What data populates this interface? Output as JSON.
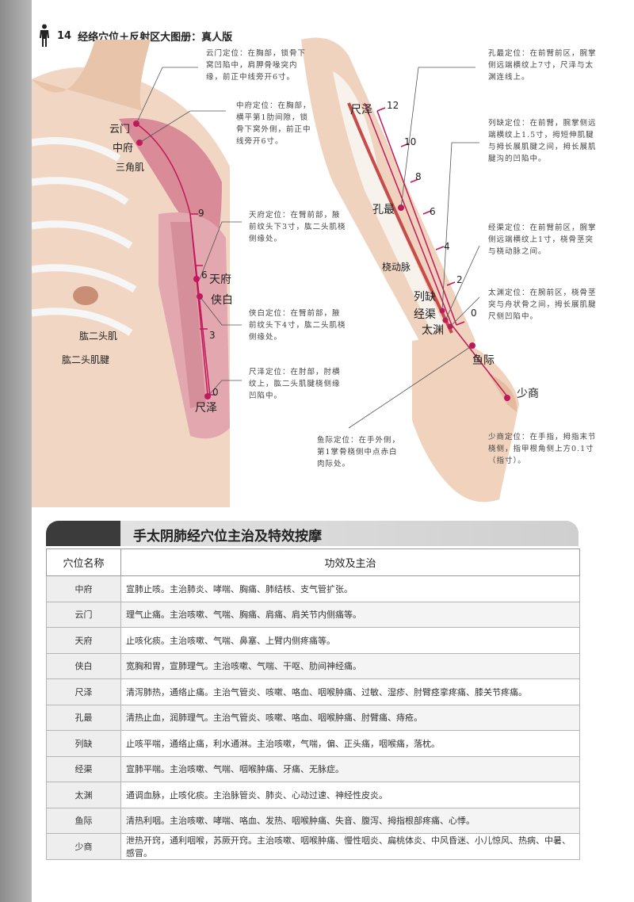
{
  "header": {
    "page_number": "14",
    "title": "经络穴位＋反射区大图册：真人版"
  },
  "figure": {
    "labels": {
      "yunmen": "云门",
      "zhongfu": "中府",
      "deltoid": "三角肌",
      "tianfu": "天府",
      "xiabai": "侠白",
      "biceps": "肱二头肌",
      "biceps_tendon": "肱二头肌腱",
      "chize_left": "尺泽",
      "chize_right": "尺泽",
      "kongzui": "孔最",
      "radial_artery": "桡动脉",
      "lieque": "列缺",
      "jingqu": "经渠",
      "taiyuan": "太渊",
      "yuji": "鱼际",
      "shaoshang": "少商"
    },
    "upper_scale": [
      "9",
      "6",
      "3",
      "0"
    ],
    "fore_scale": [
      "12",
      "10",
      "8",
      "6",
      "4",
      "2",
      "0"
    ],
    "notes": {
      "yunmen": "云门定位：在胸部，锁骨下窝凹陷中，肩胛骨喙突内缘，前正中线旁开6寸。",
      "zhongfu": "中府定位：在胸部，横平第1肋间隙，锁骨下窝外侧，前正中线旁开6寸。",
      "tianfu": "天府定位：在臂前部，腋前纹头下3寸，肱二头肌桡侧缘处。",
      "xiabai": "侠白定位：在臂前部，腋前纹头下4寸，肱二头肌桡侧缘处。",
      "chize": "尺泽定位：在肘部，肘横纹上，肱二头肌腱桡侧缘凹陷中。",
      "kongzui": "孔最定位：在前臂前区，腕掌侧远端横纹上7寸，尺泽与太渊连线上。",
      "lieque": "列缺定位：在前臂，腕掌侧远端横纹上1.5寸，拇短伸肌腱与拇长展肌腱之间，拇长展肌腱沟的凹陷中。",
      "jingqu": "经渠定位：在前臂前区，腕掌侧远端横纹上1寸，桡骨茎突与桡动脉之间。",
      "taiyuan": "太渊定位：在腕前区，桡骨茎突与舟状骨之间，拇长展肌腱尺侧凹陷中。",
      "yuji": "鱼际定位：在手外侧，第1掌骨桡侧中点赤白肉际处。",
      "shaoshang": "少商定位：在手指，拇指末节桡侧，指甲根角侧上方0.1寸（指寸）。"
    }
  },
  "section_title": "手太阴肺经穴位主治及特效按摩",
  "table": {
    "headers": [
      "穴位名称",
      "功效及主治"
    ],
    "rows": [
      {
        "name": "中府",
        "desc": "宣肺止咳。主治肺炎、哮喘、胸痛、肺结核、支气管扩张。"
      },
      {
        "name": "云门",
        "desc": "理气止痛。主治咳嗽、气喘、胸痛、肩痛、肩关节内侧痛等。"
      },
      {
        "name": "天府",
        "desc": "止咳化痰。主治咳嗽、气喘、鼻塞、上臂内侧疼痛等。"
      },
      {
        "name": "侠白",
        "desc": "宽胸和胃，宣肺理气。主治咳嗽、气喘、干呕、肋间神经痛。"
      },
      {
        "name": "尺泽",
        "desc": "清泻肺热，通络止痛。主治气管炎、咳嗽、咯血、咽喉肿痛、过敏、湿疹、肘臂痉挛疼痛、膝关节疼痛。"
      },
      {
        "name": "孔最",
        "desc": "清热止血，润肺理气。主治气管炎、咳嗽、咯血、咽喉肿痛、肘臂痛、痔疮。"
      },
      {
        "name": "列缺",
        "desc": "止咳平喘，通络止痛，利水通淋。主治咳嗽，气喘，偏、正头痛，咽喉痛，落枕。"
      },
      {
        "name": "经渠",
        "desc": "宣肺平喘。主治咳嗽、气喘、咽喉肿痛、牙痛、无脉症。"
      },
      {
        "name": "太渊",
        "desc": "通调血脉，止咳化痰。主治脉管炎、肺炎、心动过速、神经性皮炎。"
      },
      {
        "name": "鱼际",
        "desc": "清热利咽。主治咳嗽、哮喘、咯血、发热、咽喉肿痛、失音、腹泻、拇指根部疼痛、心悸。"
      },
      {
        "name": "少商",
        "desc": "泄热开窍，通利咽喉，苏厥开窍。主治咳嗽、咽喉肿痛、慢性咽炎、扁桃体炎、中风昏迷、小儿惊风、热病、中暑、感冒。"
      }
    ]
  },
  "colors": {
    "accent": "#c2185b",
    "muscle": "#d98b98",
    "skin": "#efd2bd"
  }
}
